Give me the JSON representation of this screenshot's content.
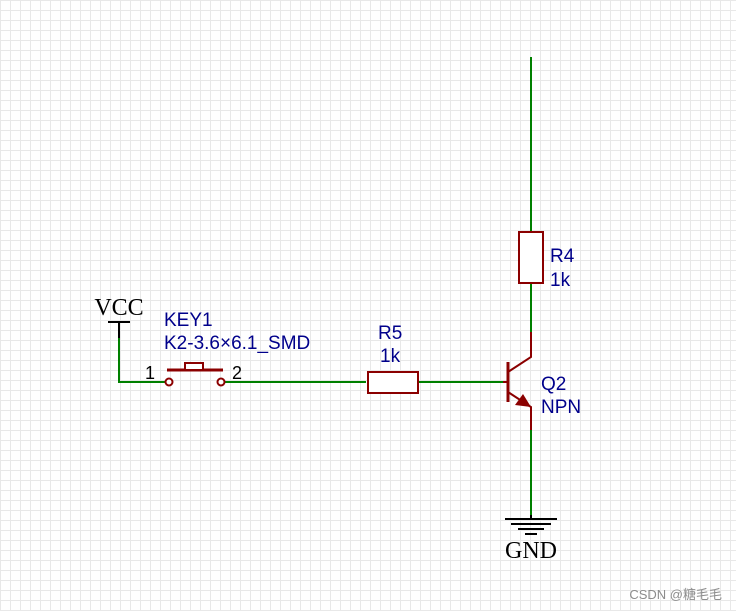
{
  "colors": {
    "background": "#ffffff",
    "grid": "#e8e8e8",
    "wire": "#008000",
    "component": "#8b0000",
    "label": "#00008b",
    "power": "#000000",
    "watermark": "#8c8c8c"
  },
  "vcc": {
    "label": "VCC"
  },
  "gnd": {
    "label": "GND"
  },
  "key1": {
    "designator": "KEY1",
    "value": "K2-3.6×6.1_SMD",
    "pin1": "1",
    "pin2": "2"
  },
  "r5": {
    "designator": "R5",
    "value": "1k"
  },
  "r4": {
    "designator": "R4",
    "value": "1k"
  },
  "q2": {
    "designator": "Q2",
    "value": "NPN"
  },
  "watermark": "CSDN @糖毛毛"
}
